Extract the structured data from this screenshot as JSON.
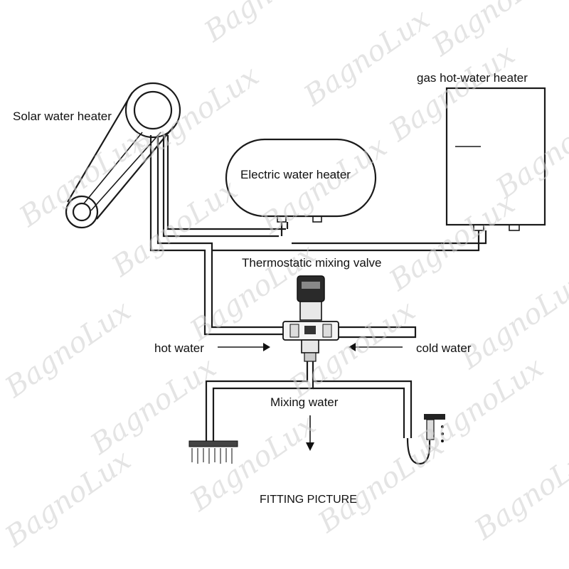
{
  "labels": {
    "solar": "Solar water heater",
    "gas": "gas hot-water heater",
    "electric": "Electric water heater",
    "valve": "Thermostatic mixing valve",
    "hot": "hot water",
    "cold": "cold water",
    "mixing": "Mixing water",
    "fitting": "FITTING PICTURE"
  },
  "watermark": "BagnoLux"
}
